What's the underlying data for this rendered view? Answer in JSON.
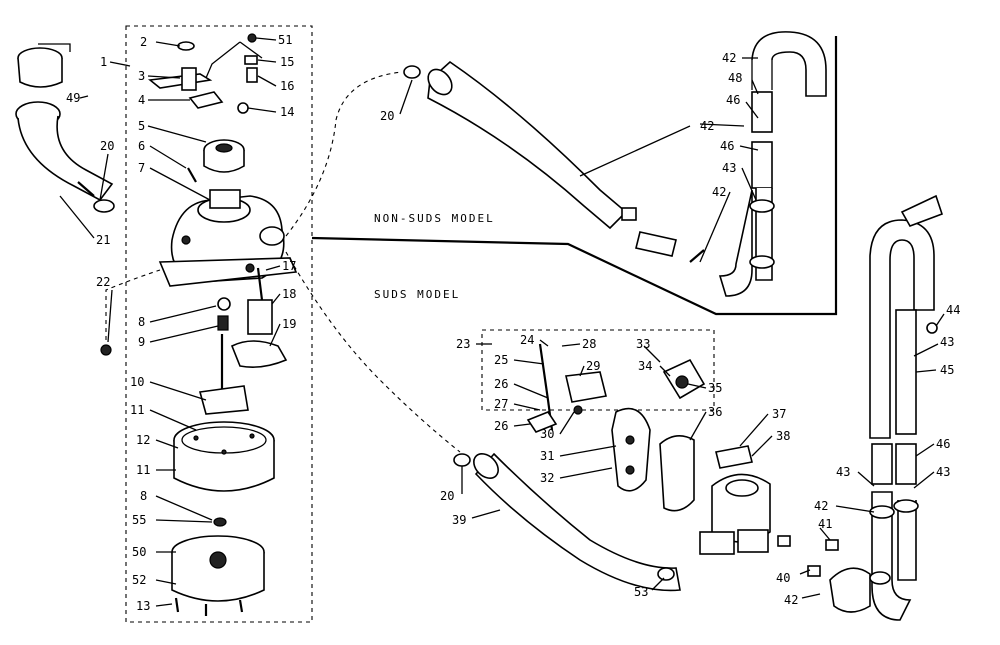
{
  "captions": {
    "non_suds": "NON-SUDS MODEL",
    "suds": "SUDS MODEL"
  },
  "callouts": [
    {
      "id": "c1",
      "text": "1"
    },
    {
      "id": "c2",
      "text": "2"
    },
    {
      "id": "c3",
      "text": "3"
    },
    {
      "id": "c4",
      "text": "4"
    },
    {
      "id": "c5",
      "text": "5"
    },
    {
      "id": "c6",
      "text": "6"
    },
    {
      "id": "c7",
      "text": "7"
    },
    {
      "id": "c8a",
      "text": "8"
    },
    {
      "id": "c8b",
      "text": "8"
    },
    {
      "id": "c9",
      "text": "9"
    },
    {
      "id": "c10",
      "text": "10"
    },
    {
      "id": "c11a",
      "text": "11"
    },
    {
      "id": "c11b",
      "text": "11"
    },
    {
      "id": "c12",
      "text": "12"
    },
    {
      "id": "c13",
      "text": "13"
    },
    {
      "id": "c14",
      "text": "14"
    },
    {
      "id": "c15",
      "text": "15"
    },
    {
      "id": "c16",
      "text": "16"
    },
    {
      "id": "c17",
      "text": "17"
    },
    {
      "id": "c18",
      "text": "18"
    },
    {
      "id": "c19",
      "text": "19"
    },
    {
      "id": "c20a",
      "text": "20"
    },
    {
      "id": "c20b",
      "text": "20"
    },
    {
      "id": "c20c",
      "text": "20"
    },
    {
      "id": "c21",
      "text": "21"
    },
    {
      "id": "c22",
      "text": "22"
    },
    {
      "id": "c23",
      "text": "23"
    },
    {
      "id": "c24",
      "text": "24"
    },
    {
      "id": "c25",
      "text": "25"
    },
    {
      "id": "c26a",
      "text": "26"
    },
    {
      "id": "c26b",
      "text": "26"
    },
    {
      "id": "c27",
      "text": "27"
    },
    {
      "id": "c28",
      "text": "28"
    },
    {
      "id": "c29",
      "text": "29"
    },
    {
      "id": "c30",
      "text": "30"
    },
    {
      "id": "c31",
      "text": "31"
    },
    {
      "id": "c32",
      "text": "32"
    },
    {
      "id": "c33",
      "text": "33"
    },
    {
      "id": "c34",
      "text": "34"
    },
    {
      "id": "c35",
      "text": "35"
    },
    {
      "id": "c36",
      "text": "36"
    },
    {
      "id": "c37",
      "text": "37"
    },
    {
      "id": "c38",
      "text": "38"
    },
    {
      "id": "c39",
      "text": "39"
    },
    {
      "id": "c40",
      "text": "40"
    },
    {
      "id": "c41",
      "text": "41"
    },
    {
      "id": "c42a",
      "text": "42"
    },
    {
      "id": "c42b",
      "text": "42"
    },
    {
      "id": "c42c",
      "text": "42"
    },
    {
      "id": "c42d",
      "text": "42"
    },
    {
      "id": "c42e",
      "text": "42"
    },
    {
      "id": "c43a",
      "text": "43"
    },
    {
      "id": "c43b",
      "text": "43"
    },
    {
      "id": "c43c",
      "text": "43"
    },
    {
      "id": "c43d",
      "text": "43"
    },
    {
      "id": "c44",
      "text": "44"
    },
    {
      "id": "c45",
      "text": "45"
    },
    {
      "id": "c46a",
      "text": "46"
    },
    {
      "id": "c46b",
      "text": "46"
    },
    {
      "id": "c46c",
      "text": "46"
    },
    {
      "id": "c48",
      "text": "48"
    },
    {
      "id": "c49",
      "text": "49"
    },
    {
      "id": "c50",
      "text": "50"
    },
    {
      "id": "c51",
      "text": "51"
    },
    {
      "id": "c52",
      "text": "52"
    },
    {
      "id": "c53",
      "text": "53"
    },
    {
      "id": "c55",
      "text": "55"
    }
  ]
}
